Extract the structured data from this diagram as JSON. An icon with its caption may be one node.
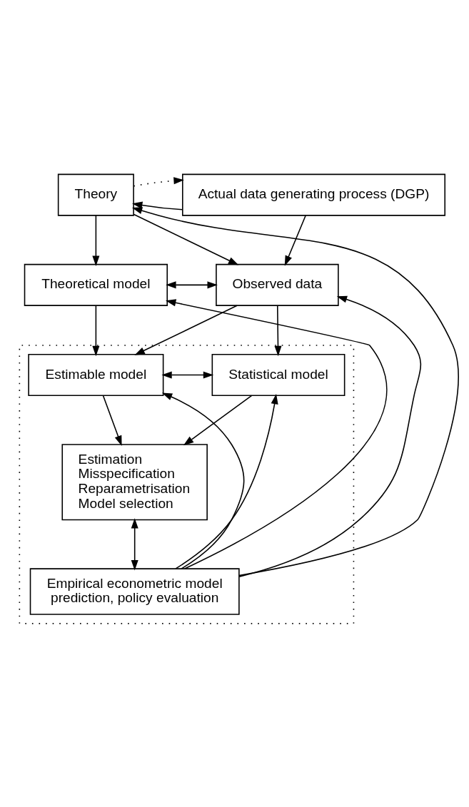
{
  "diagram": {
    "nodes": [
      {
        "text": [
          "Theory"
        ]
      },
      {
        "text": [
          "Actual data generating process (DGP)"
        ]
      },
      {
        "text": [
          "Theoretical model"
        ]
      },
      {
        "text": [
          "Observed data"
        ]
      },
      {
        "text": [],
        "shape": "box"
      },
      {
        "text": [
          "Estimable model"
        ],
        "in": 4
      },
      {
        "text": [
          "Statistical model"
        ],
        "in": 4
      },
      {
        "text": [
          "Estimation",
          "Misspecification",
          "Reparametrisation",
          "Model selection"
        ],
        "in": 4
      },
      {
        "text": [
          "Empirical econometric model",
          "prediction, policy evaluation"
        ],
        "in": 4
      }
    ],
    "edges": [
      {
        "from": 1,
        "to": 0,
        "arrow": "to"
      },
      {
        "from": 0,
        "to": 1,
        "arrow": "to",
        "style": "dashed"
      },
      {
        "from": 0,
        "to": 2,
        "arrow": "to"
      },
      {
        "from": 0,
        "to": 3,
        "arrow": "to"
      },
      {
        "from": 1,
        "to": 3,
        "arrow": "to"
      },
      {
        "from": 2,
        "to": 3,
        "arrow": "both"
      },
      {
        "from": 2,
        "to": 5,
        "arrow": "to"
      },
      {
        "from": 3,
        "to": 5,
        "arrow": "to"
      },
      {
        "from": 3,
        "to": 6,
        "arrow": "to"
      },
      {
        "from": 5,
        "to": 6,
        "arrow": "both"
      },
      {
        "from": 5,
        "to": 7,
        "arrow": "to"
      },
      {
        "from": 6,
        "to": 7,
        "arrow": "to"
      },
      {
        "from": 7,
        "to": 8,
        "arrow": "both"
      },
      {
        "from": 8,
        "to": 0,
        "arrow": "to"
      },
      {
        "from": 8,
        "to": 2,
        "arrow": "to"
      },
      {
        "from": 8,
        "to": 5,
        "arrow": "to"
      },
      {
        "from": 8,
        "to": 3,
        "arrow": "to"
      },
      {
        "from": 8,
        "to": 6,
        "arrow": "to"
      }
    ]
  }
}
